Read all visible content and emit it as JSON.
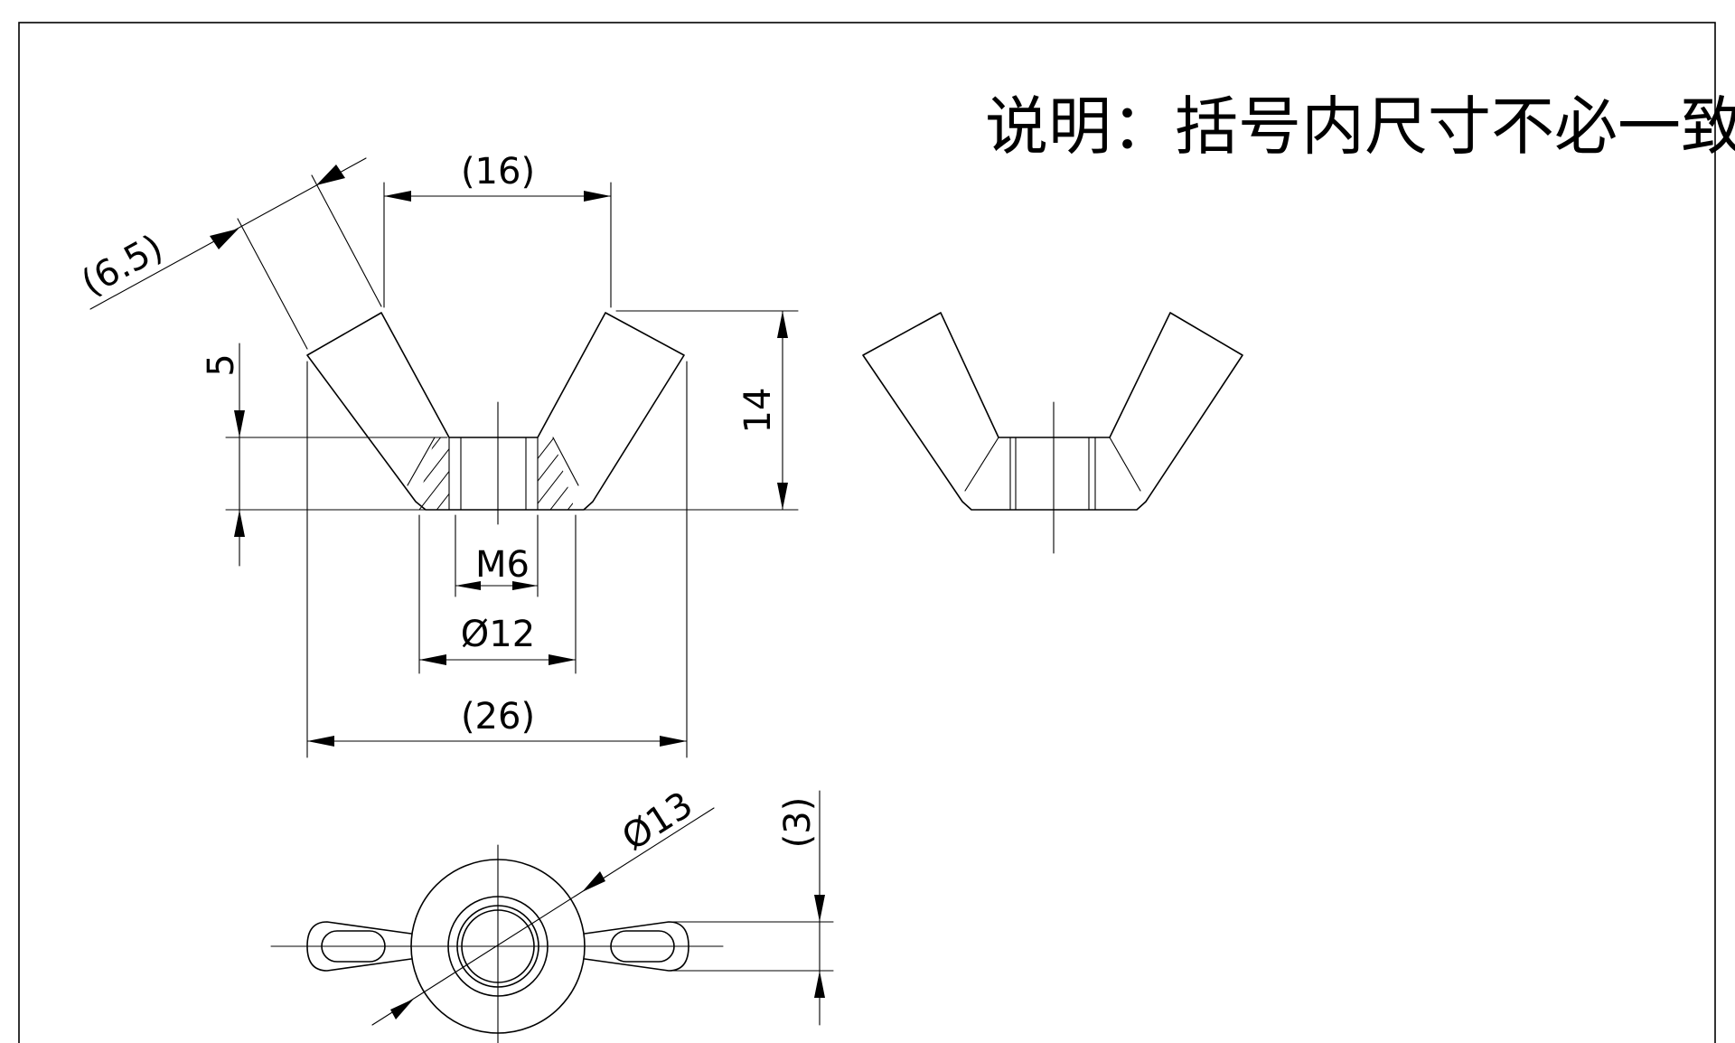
{
  "note": "说明：括号内尺寸不必一致",
  "dimensions": {
    "wing_thickness": "(6.5)",
    "wing_tip_span": "(16)",
    "overall_width": "(26)",
    "height": "14",
    "boss_height": "5",
    "thread": "M6",
    "boss_diameter": "Ø12",
    "top_boss_diameter": "Ø13",
    "top_wing_thickness": "(3)"
  }
}
